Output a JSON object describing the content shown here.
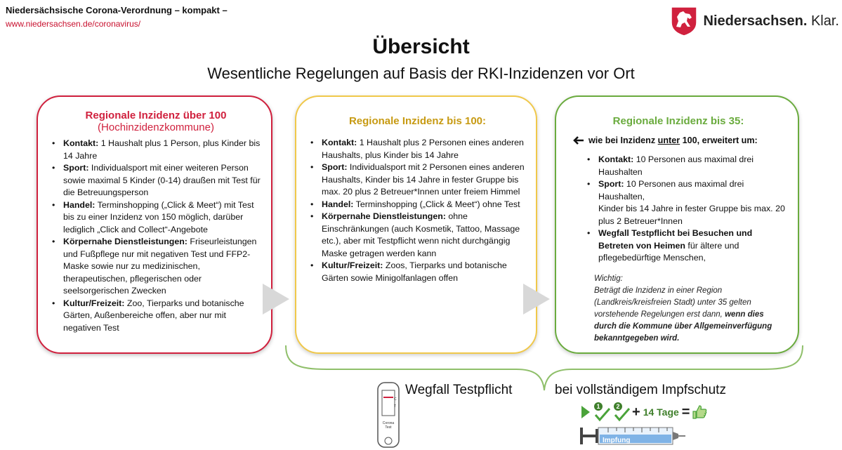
{
  "header": {
    "title": "Niedersächsische Corona-Verordnung – kompakt –",
    "link": "www.niedersachsen.de/coronavirus/",
    "brand_main": "Niedersachsen.",
    "brand_suffix": "Klar."
  },
  "page": {
    "title": "Übersicht",
    "subtitle": "Wesentliche Regelungen auf Basis der RKI-Inzidenzen vor Ort"
  },
  "colors": {
    "red": "#d0213e",
    "yellow": "#f0c84a",
    "green": "#6aab3e"
  },
  "cards": {
    "red": {
      "title": "Regionale Inzidenz über 100",
      "subtitle": "(Hochinzidenzkommune)",
      "items": [
        {
          "label": "Kontakt:",
          "text": " 1 Haushalt plus 1 Person, plus Kinder bis 14 Jahre"
        },
        {
          "label": "Sport:",
          "text": " Individualsport mit einer weiteren Person sowie maximal 5 Kinder (0-14) draußen mit Test für die Betreuungsperson"
        },
        {
          "label": "Handel:",
          "text": " Terminshopping („Click & Meet“) mit Test bis zu einer Inzidenz von 150 möglich, darüber lediglich „Click and Collect“-Angebote"
        },
        {
          "label": "Körpernahe Dienstleistungen:",
          "text": " Friseurleistungen und Fußpflege nur mit negativen Test und FFP2-Maske sowie nur zu medizinischen, therapeutischen, pflegerischen oder seelsorgerischen Zwecken"
        },
        {
          "label": "Kultur/Freizeit:",
          "text": " Zoo, Tierparks und botanische Gärten, Außenbereiche offen, aber nur mit negativen Test"
        }
      ]
    },
    "yellow": {
      "title": "Regionale Inzidenz bis 100:",
      "items": [
        {
          "label": "Kontakt:",
          "text": " 1 Haushalt plus 2 Personen eines anderen Haushalts, plus Kinder bis 14 Jahre"
        },
        {
          "label": "Sport:",
          "text": " Individualsport mit 2 Personen eines anderen Haushalts, Kinder bis 14 Jahre in fester Gruppe bis max. 20 plus 2 Betreuer*Innen unter freiem Himmel"
        },
        {
          "label": "Handel:",
          "text": " Terminshopping („Click & Meet“) ohne Test"
        },
        {
          "label": "Körpernahe Dienstleistungen:",
          "text": " ohne Einschränkungen (auch Kosmetik, Tattoo, Massage etc.), aber mit Testpflicht wenn nicht durchgängig Maske getragen werden kann"
        },
        {
          "label": "Kultur/Freizeit:",
          "text": " Zoos, Tierparks und botanische Gärten sowie Minigolfanlagen offen"
        }
      ]
    },
    "green": {
      "title": "Regionale Inzidenz bis 35:",
      "lead_pre": "wie bei Inzidenz ",
      "lead_u": "unter",
      "lead_post": " 100, erweitert um:",
      "items": [
        {
          "label": "Kontakt:",
          "text": " 10  Personen aus maximal drei Haushalten"
        },
        {
          "label": "Sport:",
          "text": " 10  Personen aus maximal drei Haushalten,\nKinder bis 14 Jahre in fester Gruppe bis max. 20 plus 2 Betreuer*Innen"
        },
        {
          "label": "Wegfall Testpflicht bei Besuchen und Betreten von Heimen",
          "text": " für ältere und pflegebedürftige Menschen,"
        }
      ],
      "note_title": "Wichtig:",
      "note_text": "Beträgt die Inzidenz in einer Region (Landkreis/kreisfreien Stadt) unter 35 gelten vorstehende Regelungen erst dann, ",
      "note_bold": "wenn dies durch die Kommune über Allgemeinverfügung bekanntgegeben wird."
    }
  },
  "bottom": {
    "wegfall": "Wegfall Testpflicht",
    "impfschutz": "bei vollständigem Impfschutz",
    "tage": "14 Tage",
    "plus": "+",
    "equals": "=",
    "dose1": "1",
    "dose2": "2",
    "impfung_label": "Impfung",
    "test_c": "C",
    "test_t": "T",
    "test_label1": "Corona",
    "test_label2": "Test"
  }
}
